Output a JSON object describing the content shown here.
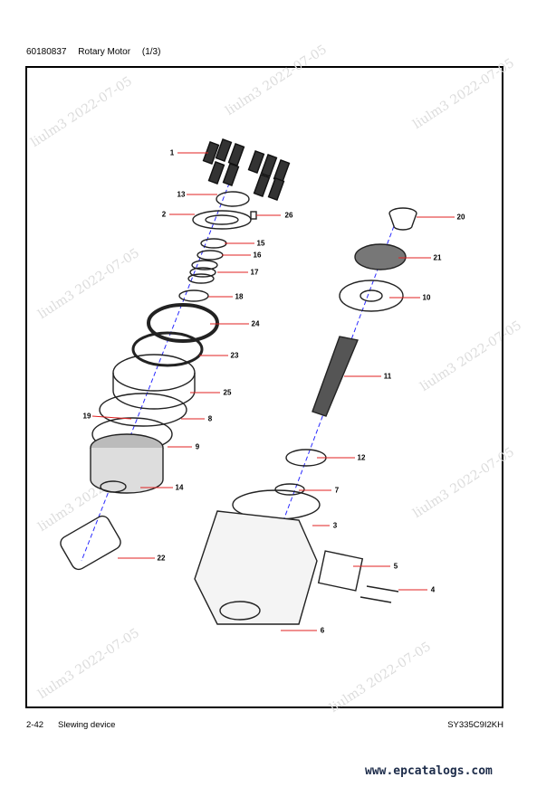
{
  "header": {
    "part_no": "60180837",
    "title": "Rotary Motor",
    "page_of": "(1/3)"
  },
  "footer": {
    "page": "2-42",
    "section": "Slewing device",
    "model": "SY335C9I2KH"
  },
  "watermark": "liulm3 2022-07-05",
  "site": "www.epcatalogs.com",
  "callouts": [
    "1",
    "13",
    "2",
    "26",
    "15",
    "16",
    "17",
    "18",
    "24",
    "23",
    "25",
    "19",
    "8",
    "9",
    "14",
    "22",
    "20",
    "21",
    "10",
    "11",
    "12",
    "7",
    "3",
    "5",
    "4",
    "6"
  ],
  "colors": {
    "leader": "#e02020",
    "axis": "#2a2aff"
  }
}
